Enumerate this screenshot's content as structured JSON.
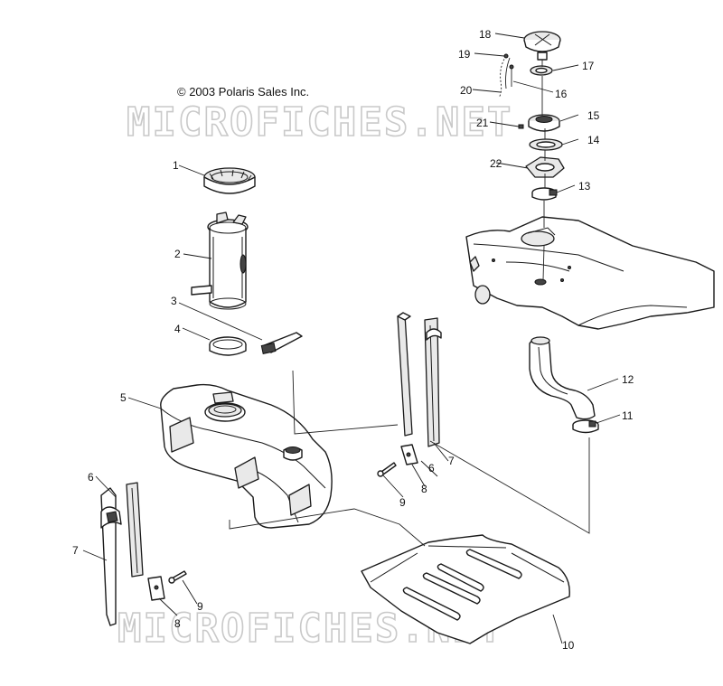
{
  "copyright": "© 2003 Polaris Sales Inc.",
  "watermarks": [
    "MICROFICHES.NET",
    "MICROFICHES.NET"
  ],
  "callouts": [
    "1",
    "2",
    "3",
    "4",
    "5",
    "6",
    "7",
    "8",
    "9",
    "10",
    "11",
    "12",
    "13",
    "14",
    "15",
    "16",
    "17",
    "18",
    "19",
    "20",
    "21",
    "22",
    "6",
    "7",
    "8",
    "9"
  ]
}
